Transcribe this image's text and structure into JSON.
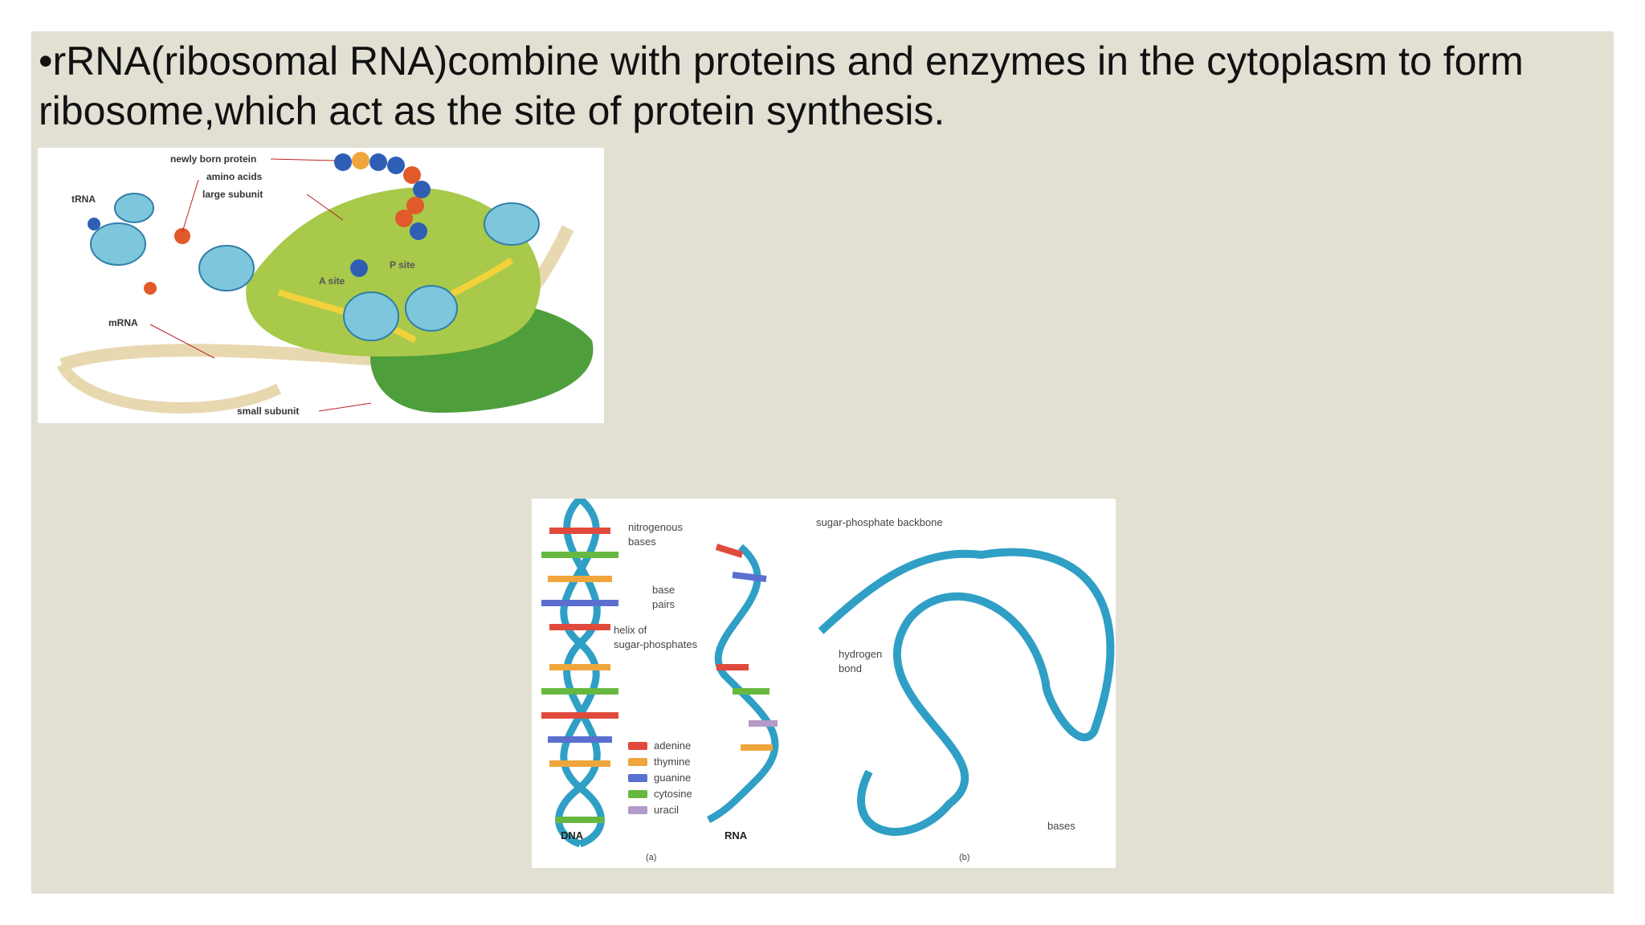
{
  "slide": {
    "bullet_text": "•rRNA(ribosomal RNA)combine with proteins and enzymes in the cytoplasm to form ribosome,which act as the site of protein synthesis."
  },
  "ribosome_figure": {
    "labels": {
      "newly_born_protein": "newly born protein",
      "amino_acids": "amino acids",
      "large_subunit": "large subunit",
      "trna": "tRNA",
      "mrna": "mRNA",
      "a_site": "A site",
      "p_site": "P site",
      "small_subunit": "small subunit"
    }
  },
  "nucleic_figure": {
    "labels": {
      "nitrogenous_bases": [
        "nitrogenous",
        "bases"
      ],
      "base_pairs": [
        "base",
        "pairs"
      ],
      "helix": [
        "helix of",
        "sugar-phosphates"
      ],
      "dna": "DNA",
      "rna": "RNA",
      "panel_a": "(a)",
      "panel_b": "(b)",
      "backbone": "sugar-phosphate backbone",
      "hydrogen_bond": [
        "hydrogen",
        "bond"
      ],
      "bases": "bases"
    },
    "legend": [
      {
        "name": "adenine",
        "color": "#e04a3c"
      },
      {
        "name": "thymine",
        "color": "#f0a63c"
      },
      {
        "name": "guanine",
        "color": "#5a6fcf"
      },
      {
        "name": "cytosine",
        "color": "#66b840"
      },
      {
        "name": "uracil",
        "color": "#b49ac8"
      }
    ]
  },
  "colors": {
    "slide_bg": "#e2dfd3",
    "ribosome_large": "#a8c94a",
    "ribosome_small": "#4f9e3c",
    "helix_blue": "#2f9fc5"
  }
}
